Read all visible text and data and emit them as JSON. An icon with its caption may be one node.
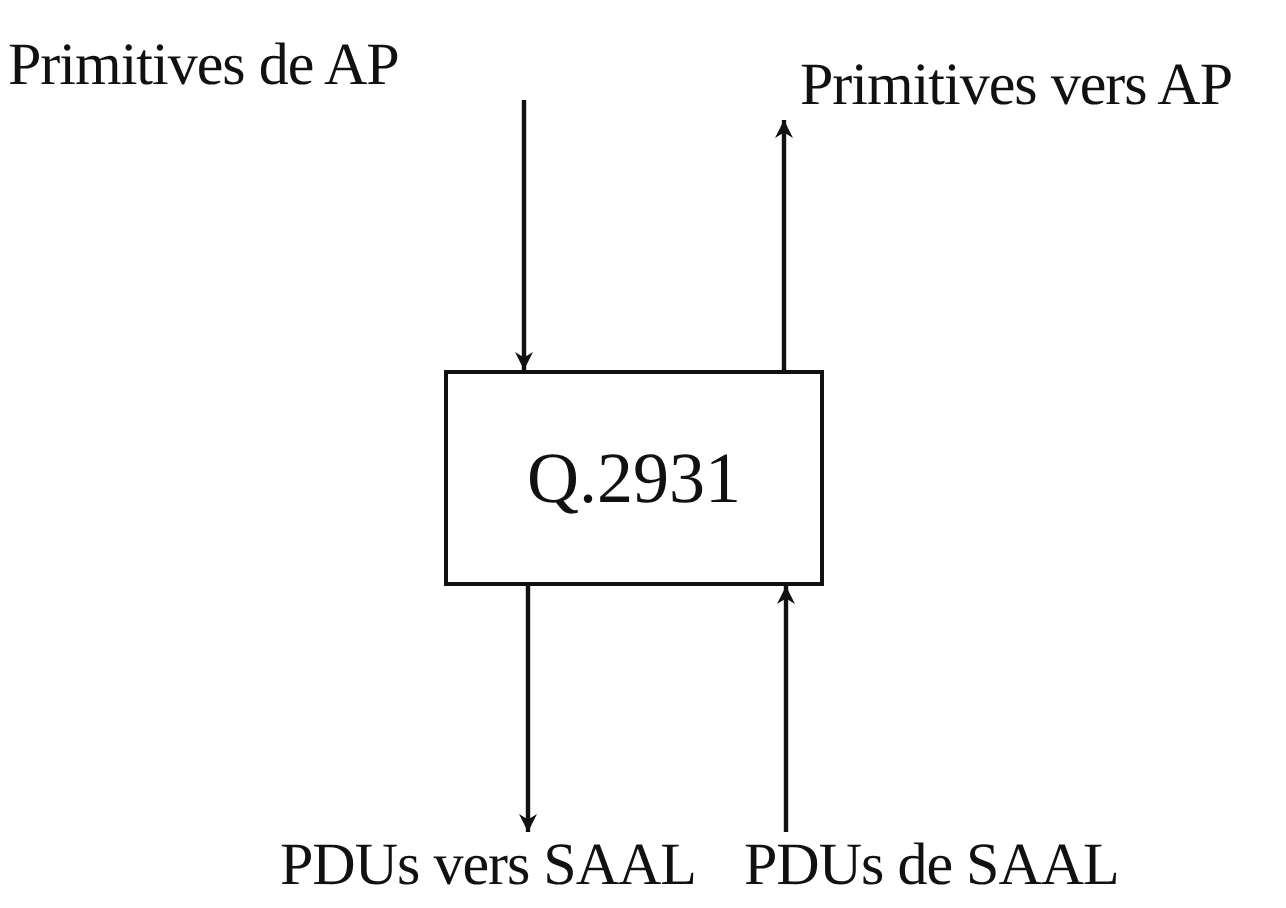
{
  "diagram": {
    "nodes": [
      {
        "text": [
          "Primitives de AP"
        ]
      },
      {
        "text": [
          "Primitives vers AP"
        ]
      },
      {
        "text": [
          "Q.2931"
        ]
      },
      {
        "text": [
          "PDUs vers SAAL"
        ]
      },
      {
        "text": [
          "PDUs de SAAL"
        ]
      }
    ],
    "edges": [
      {
        "from": 0,
        "to": 2,
        "arrow": "to"
      },
      {
        "from": 2,
        "to": 1,
        "arrow": "to"
      },
      {
        "from": 2,
        "to": 3,
        "arrow": "to"
      },
      {
        "from": 4,
        "to": 2,
        "arrow": "to"
      }
    ]
  }
}
